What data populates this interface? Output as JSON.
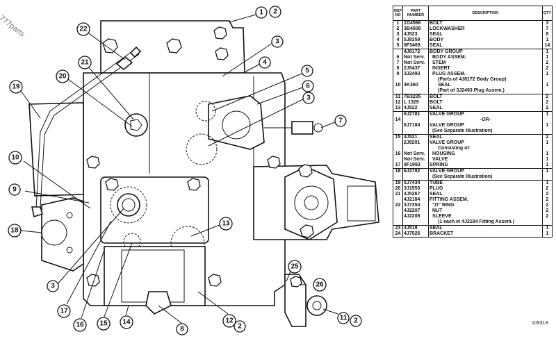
{
  "watermark": "777parts",
  "figure_number": "109319",
  "table": {
    "headers": {
      "ref": "REF NO",
      "part": "PART NUMBER",
      "desc": "DESCRIPTION",
      "qty": "QTY"
    },
    "rows": [
      {
        "ref": "1",
        "part": "1D4566",
        "desc": "BOLT",
        "qty": "3",
        "group": true
      },
      {
        "ref": "2",
        "part": "3B4508",
        "desc": "LOCKWASHER",
        "qty": "7",
        "group": false
      },
      {
        "ref": "3",
        "part": "4J523",
        "desc": "SEAL",
        "qty": "8",
        "group": false
      },
      {
        "ref": "4",
        "part": "5J8359",
        "desc": "BODY",
        "qty": "1",
        "group": false
      },
      {
        "ref": "5",
        "part": "8F3469",
        "desc": "SEAL",
        "qty": "14",
        "group": false
      },
      {
        "ref": "",
        "part": "4J8172",
        "desc": "BODY GROUP",
        "qty": "1",
        "group": true
      },
      {
        "ref": "6",
        "part": "Not Serv.",
        "desc": "BODY ASSEM.",
        "qty": "1",
        "group": false,
        "indent": 1
      },
      {
        "ref": "7",
        "part": "Not Serv.",
        "desc": "STEM",
        "qty": "2",
        "group": false,
        "indent": 1
      },
      {
        "ref": "8",
        "part": "2J5437",
        "desc": "INSERT",
        "qty": "2",
        "group": false,
        "indent": 1
      },
      {
        "ref": "9",
        "part": "3J2493",
        "desc": "PLUG ASSEM.",
        "qty": "1",
        "group": false,
        "indent": 1
      },
      {
        "ref": "",
        "part": "",
        "desc": "(Parts of 4J8172 Body Group)",
        "qty": "",
        "group": false,
        "indent": 2
      },
      {
        "ref": "10",
        "part": "3K360",
        "desc": "SEAL",
        "qty": "1",
        "group": false,
        "indent": 2
      },
      {
        "ref": "",
        "part": "",
        "desc": "(Part of 3J2493 Plug Assem.)",
        "qty": "",
        "group": false,
        "indent": 2
      },
      {
        "ref": "11",
        "part": "7B3235",
        "desc": "BOLT",
        "qty": "2",
        "group": true
      },
      {
        "ref": "12",
        "part": "L 1329",
        "desc": "BOLT",
        "qty": "2",
        "group": false
      },
      {
        "ref": "13",
        "part": "4J522",
        "desc": "SEAL",
        "qty": "2",
        "group": false
      },
      {
        "ref": "",
        "part": "6J2781",
        "desc": "VALVE GROUP",
        "qty": "1",
        "group": true
      },
      {
        "ref": "14",
        "part": "",
        "desc": "-OR-",
        "qty": "",
        "group": false,
        "center": true
      },
      {
        "ref": "",
        "part": "6J7184",
        "desc": "VALVE GROUP",
        "qty": "1",
        "group": false
      },
      {
        "ref": "",
        "part": "",
        "desc": "(See Separate Illustration)",
        "qty": "",
        "group": false,
        "indent": 1
      },
      {
        "ref": "15",
        "part": "4J521",
        "desc": "SEAL",
        "qty": "2",
        "group": true
      },
      {
        "ref": "",
        "part": "2J8201",
        "desc": "VALVE GROUP",
        "qty": "1",
        "group": false
      },
      {
        "ref": "",
        "part": "",
        "desc": "Consisting of:",
        "qty": "",
        "group": false,
        "indent": 2
      },
      {
        "ref": "16",
        "part": "Not Serv.",
        "desc": "HOUSING",
        "qty": "1",
        "group": false,
        "indent": 1
      },
      {
        "ref": "",
        "part": "Not Serv.",
        "desc": "VALVE",
        "qty": "1",
        "group": false,
        "indent": 1
      },
      {
        "ref": "17",
        "part": "9F1993",
        "desc": "SPRING",
        "qty": "1",
        "group": false
      },
      {
        "ref": "18",
        "part": "6J2782",
        "desc": "VALVE GROUP",
        "qty": "1",
        "group": true
      },
      {
        "ref": "",
        "part": "",
        "desc": "(See Separate Illustration)",
        "qty": "",
        "group": false,
        "indent": 1
      },
      {
        "ref": "19",
        "part": "5J7434",
        "desc": "TUBE",
        "qty": "1",
        "group": true
      },
      {
        "ref": "20",
        "part": "3J1553",
        "desc": "PLUG",
        "qty": "2",
        "group": false
      },
      {
        "ref": "21",
        "part": "4J5267",
        "desc": "SEAL",
        "qty": "2",
        "group": false
      },
      {
        "ref": "",
        "part": "4J2184",
        "desc": "FITTING ASSEM.",
        "qty": "2",
        "group": false
      },
      {
        "ref": "22",
        "part": "3J7354",
        "desc": "\"O\" RING",
        "qty": "2",
        "group": false,
        "indent": 1
      },
      {
        "ref": "",
        "part": "4J2207",
        "desc": "NUT",
        "qty": "2",
        "group": false,
        "indent": 1
      },
      {
        "ref": "",
        "part": "4J2208",
        "desc": "SLEEVE",
        "qty": "2",
        "group": false,
        "indent": 1
      },
      {
        "ref": "",
        "part": "",
        "desc": "(1 each in 4J2184 Fitting Assem.)",
        "qty": "",
        "group": false,
        "indent": 2
      },
      {
        "ref": "23",
        "part": "4J519",
        "desc": "SEAL",
        "qty": "1",
        "group": true
      },
      {
        "ref": "24",
        "part": "4J7526",
        "desc": "BRACKET",
        "qty": "1",
        "group": false
      }
    ]
  },
  "callouts": [
    {
      "label": "1"
    },
    {
      "label": "2"
    },
    {
      "label": "22"
    },
    {
      "label": "3"
    },
    {
      "label": "4"
    },
    {
      "label": "21"
    },
    {
      "label": "20"
    },
    {
      "label": "5"
    },
    {
      "label": "6"
    },
    {
      "label": "19"
    },
    {
      "label": "3"
    },
    {
      "label": "7"
    },
    {
      "label": "10"
    },
    {
      "label": "9"
    },
    {
      "label": "18"
    },
    {
      "label": "13"
    },
    {
      "label": "3"
    },
    {
      "label": "25"
    },
    {
      "label": "26"
    },
    {
      "label": "17"
    },
    {
      "label": "16"
    },
    {
      "label": "15"
    },
    {
      "label": "14"
    },
    {
      "label": "8"
    },
    {
      "label": "12"
    },
    {
      "label": "2"
    },
    {
      "label": "11"
    },
    {
      "label": "2"
    }
  ]
}
